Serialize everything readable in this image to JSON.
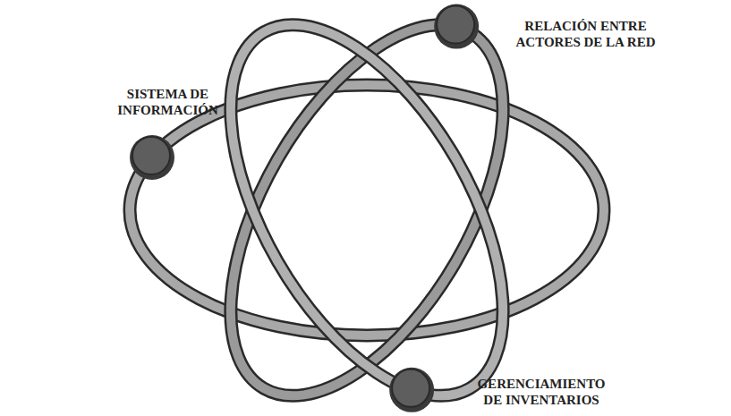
{
  "diagram": {
    "labels": [
      "SISTEMA DE INFORMACIÓN",
      "RELACIÓN ENTRE ACTORES DE LA RED",
      "GERENCIAMIENTO DE INVENTARIOS"
    ]
  }
}
